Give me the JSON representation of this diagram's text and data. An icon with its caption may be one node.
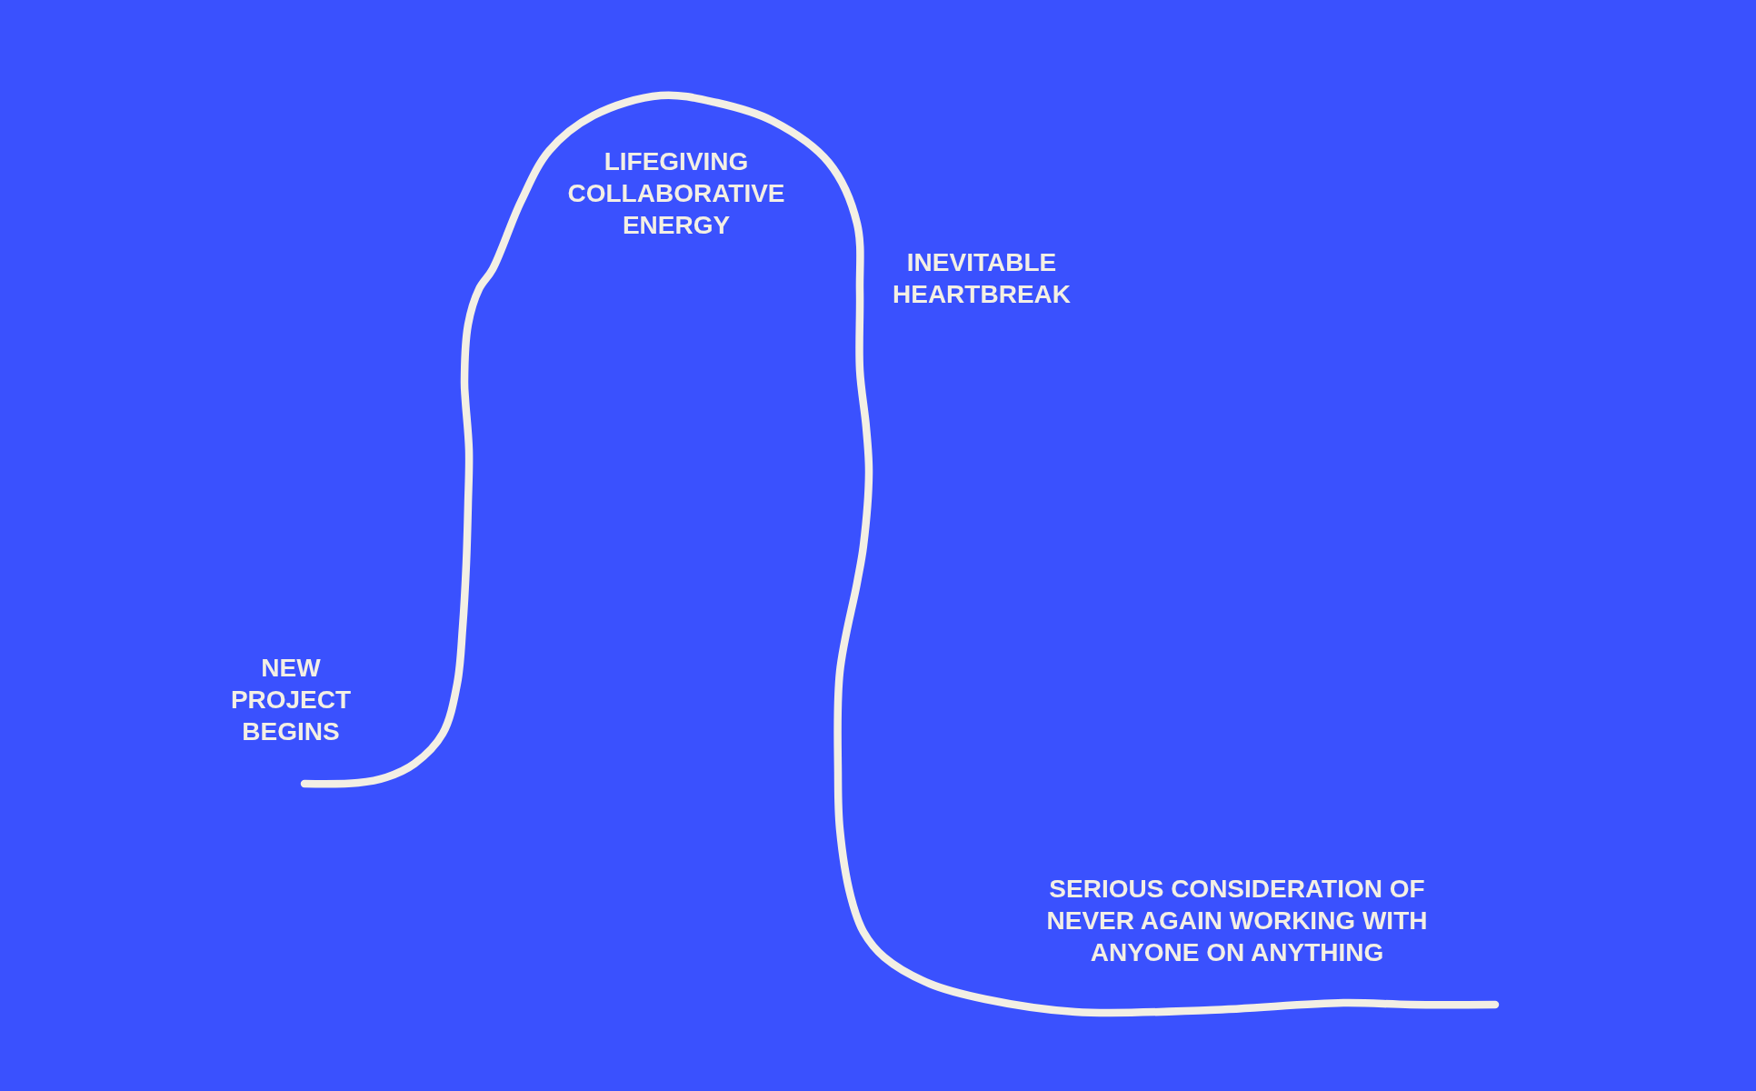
{
  "diagram": {
    "labels": [
      "NEW PROJECT BEGINS",
      "LIFEGIVING COLLABORATIVE ENERGY",
      "INEVITABLE HEARTBREAK",
      "SERIOUS CONSIDERATION OF NEVER AGAIN WORKING WITH ANYONE ON ANYTHING"
    ]
  }
}
